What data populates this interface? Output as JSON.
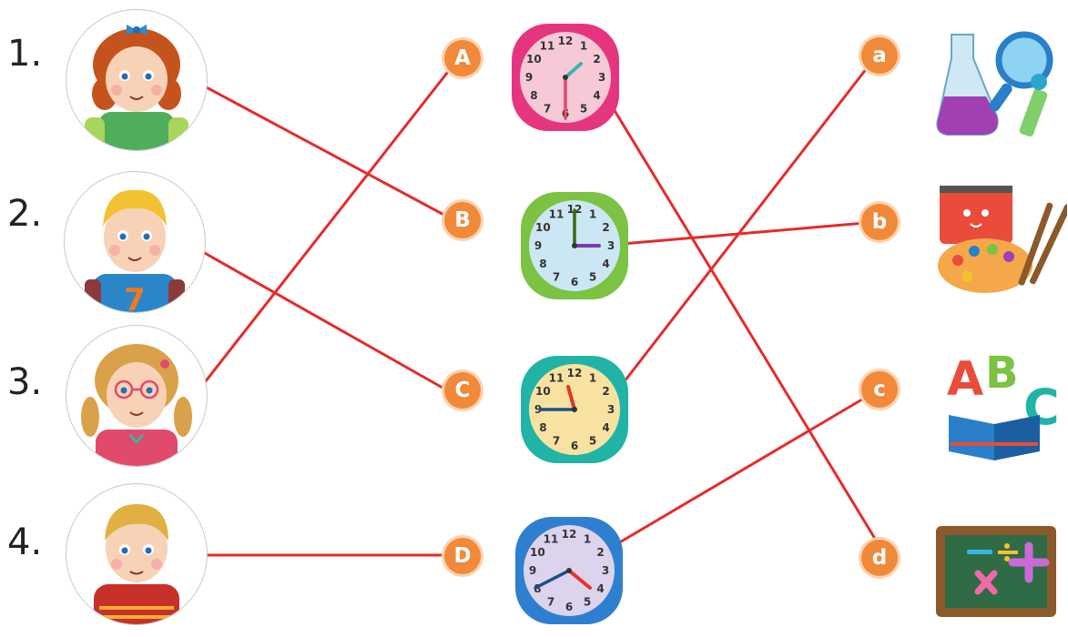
{
  "people": [
    {
      "number": "1."
    },
    {
      "number": "2."
    },
    {
      "number": "3."
    },
    {
      "number": "4."
    }
  ],
  "clock_labels": [
    "A",
    "B",
    "C",
    "D"
  ],
  "activity_labels": [
    "a",
    "b",
    "c",
    "d"
  ],
  "clock_numerals": [
    "12",
    "1",
    "2",
    "3",
    "4",
    "5",
    "6",
    "7",
    "8",
    "9",
    "10",
    "11"
  ],
  "icons": {
    "activity_a": "science-lab-icon",
    "activity_b": "art-supplies-icon",
    "activity_c": "abc-book-icon",
    "activity_d": "math-chalkboard-icon"
  },
  "colors": {
    "badge": "#f08a3a",
    "connector_line": "#e52b2b",
    "clock_a_frame": "#e6357f",
    "clock_b_frame": "#7cc243",
    "clock_c_frame": "#22b3a7",
    "clock_d_frame": "#2f7fd1"
  }
}
